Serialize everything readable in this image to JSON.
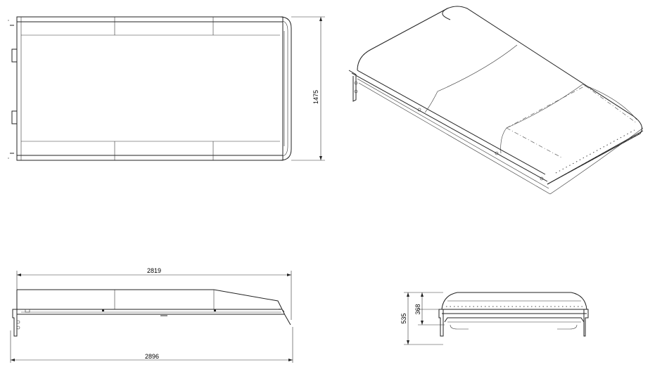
{
  "dimensions": {
    "plan_width": "1475",
    "side_length_top": "2819",
    "side_length_bottom": "2896",
    "end_height_outer": "535",
    "end_height_inner": "368"
  }
}
